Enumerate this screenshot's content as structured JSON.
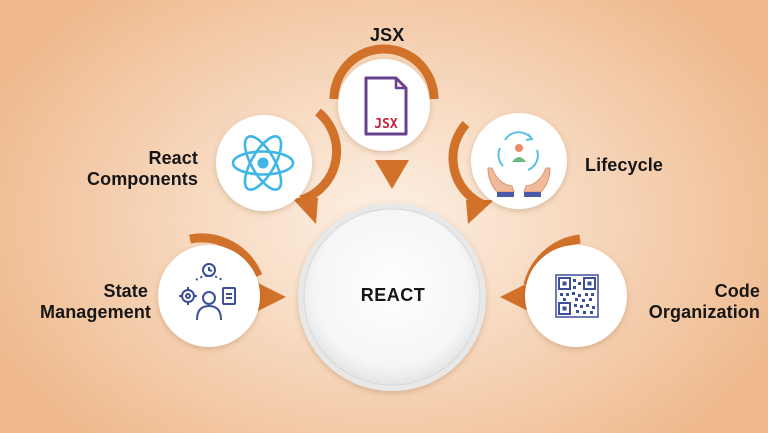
{
  "center": {
    "title": "REACT"
  },
  "nodes": {
    "jsx": {
      "label": "JSX",
      "icon": "jsx-file-icon",
      "icon_text": "JSX"
    },
    "components": {
      "label_line1": "React",
      "label_line2": "Components",
      "icon": "react-atom-icon"
    },
    "lifecycle": {
      "label": "Lifecycle",
      "icon": "lifecycle-hands-icon"
    },
    "state": {
      "label_line1": "State",
      "label_line2": "Management",
      "icon": "state-management-icon"
    },
    "code": {
      "label_line1": "Code",
      "label_line2": "Organization",
      "icon": "qr-code-icon"
    }
  },
  "colors": {
    "accent": "#d1712a",
    "circle_fill": "#ffffff",
    "react_blue": "#3fb6e6",
    "jsx_purple": "#6a3f8e",
    "jsx_red": "#c0253e",
    "icon_blue": "#3d4f9a",
    "text": "#161616"
  }
}
